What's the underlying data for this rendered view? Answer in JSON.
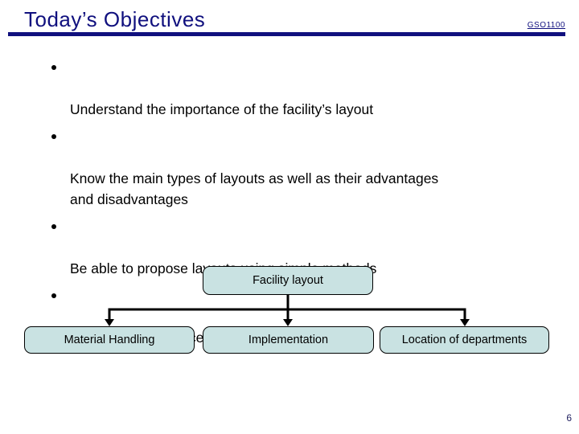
{
  "theme": {
    "accent": "#10107E",
    "body-text": "#000000",
    "box-fill": "#C9E2E2",
    "box-border": "#000000",
    "connector": "#000000",
    "pagenum": "#1F1F5F"
  },
  "header": {
    "title": "Today’s Objectives",
    "course_code": "GSO1100"
  },
  "bullets": [
    "Understand the importance of the facility’s layout",
    "Know the main types of layouts as well as their advantages\nand disadvantages",
    "Be able to propose layouts using simple methods",
    "Know how to balance an assembly line"
  ],
  "diagram": {
    "root": "Facility layout",
    "children": [
      "Material Handling",
      "Implementation",
      "Location of departments"
    ]
  },
  "footer": {
    "page_number": "6"
  }
}
